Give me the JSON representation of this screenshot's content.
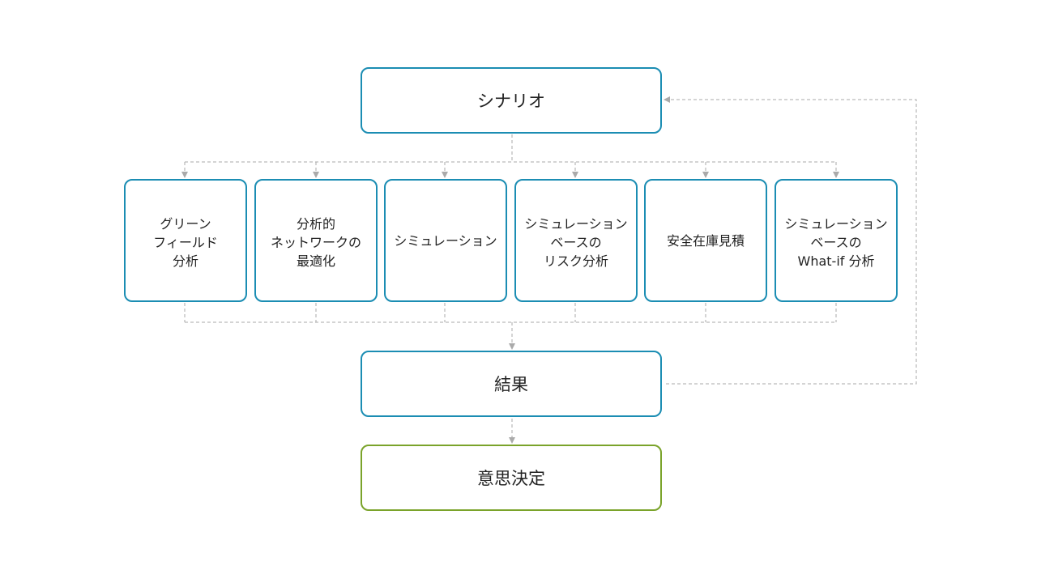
{
  "diagram": {
    "scenario": "シナリオ",
    "methods": [
      "グリーン\nフィールド\n分析",
      "分析的\nネットワークの\n最適化",
      "シミュレーション",
      "シミュレーション\nベースの\nリスク分析",
      "安全在庫見積",
      "シミュレーション\nベースの\nWhat-if 分析"
    ],
    "result": "結果",
    "decision": "意思決定"
  },
  "colors": {
    "node_border": "#1b8db3",
    "decision_border": "#7aa32a",
    "connector": "#aaaaaa"
  }
}
